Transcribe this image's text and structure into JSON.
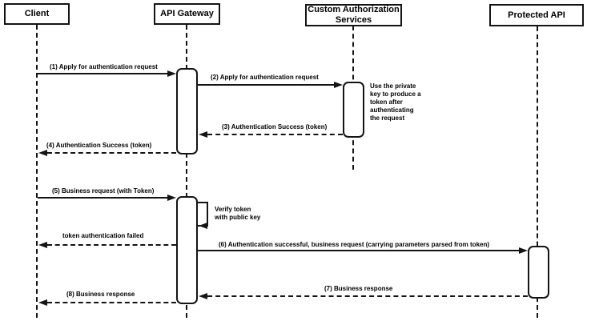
{
  "diagram": {
    "type": "sequence-diagram",
    "colors": {
      "stroke": "#141414",
      "fill": "#ffffff",
      "background": "#ffffff"
    },
    "participants": [
      {
        "label": "Client"
      },
      {
        "label": "API Gateway"
      },
      {
        "label": "Custom Authorization\nServices"
      },
      {
        "label": "Protected API"
      }
    ],
    "messages": [
      {
        "label": "(1) Apply for authentication request",
        "from": "Client",
        "to": "API Gateway",
        "style": "solid"
      },
      {
        "label": "(2) Apply for authentication request",
        "from": "API Gateway",
        "to": "Custom Authorization Services",
        "style": "solid"
      },
      {
        "label": "(3) Authentication Success (token)",
        "from": "Custom Authorization Services",
        "to": "API Gateway",
        "style": "dashed"
      },
      {
        "label": "(4) Authentication Success (token)",
        "from": "API Gateway",
        "to": "Client",
        "style": "dashed"
      },
      {
        "label": "(5) Business request (with Token)",
        "from": "Client",
        "to": "API Gateway",
        "style": "solid"
      },
      {
        "label": "token authentication failed",
        "from": "API Gateway",
        "to": "Client",
        "style": "dashed"
      },
      {
        "label": "(6) Authentication successful, business request (carrying parameters parsed from token)",
        "from": "API Gateway",
        "to": "Protected API",
        "style": "solid"
      },
      {
        "label": "(7) Business response",
        "from": "Protected API",
        "to": "API Gateway",
        "style": "dashed"
      },
      {
        "label": "(8) Business response",
        "from": "API Gateway",
        "to": "Client",
        "style": "dashed"
      }
    ],
    "notes": [
      {
        "text": "Use the private\nkey to produce a\ntoken after\nauthenticating\nthe request",
        "attached_to": "Custom Authorization Services"
      },
      {
        "text": "Verify token\nwith public key",
        "attached_to": "API Gateway"
      }
    ]
  }
}
